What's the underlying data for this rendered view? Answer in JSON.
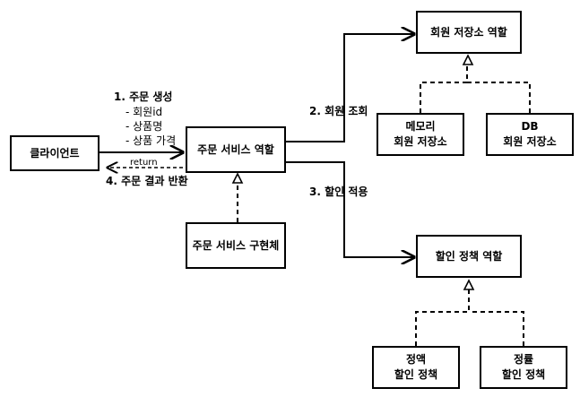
{
  "nodes": {
    "client": "클라이언트",
    "order_role": "주문 서비스 역할",
    "order_impl": "주문 서비스 구현체",
    "member_repo_role": "회원 저장소 역할",
    "memory_line1": "메모리",
    "memory_line2": "회원 저장소",
    "db_line1": "DB",
    "db_line2": "회원 저장소",
    "discount_role": "할인 정책 역할",
    "fixed_line1": "정액",
    "fixed_line2": "할인 정책",
    "rate_line1": "정률",
    "rate_line2": "할인 정책"
  },
  "labels": {
    "step1": "1. 주문 생성",
    "step1_param1": "- 회원id",
    "step1_param2": "- 상품명",
    "step1_param3": "- 상품 가격",
    "return": "return",
    "step4": "4. 주문 결과 반환",
    "step2": "2. 회원 조회",
    "step3": "3. 할인 적용"
  }
}
